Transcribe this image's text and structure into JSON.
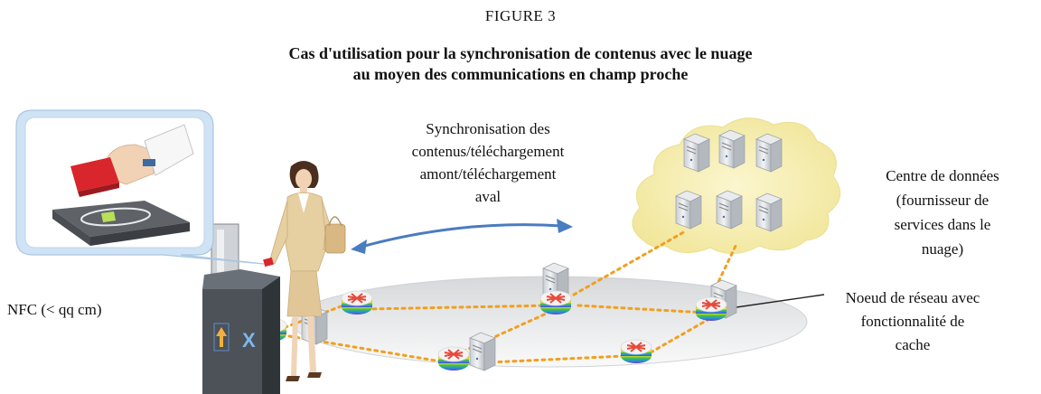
{
  "figure": {
    "label": "FIGURE 3",
    "title_line1": "Cas d'utilisation pour la synchronisation de contenus avec le nuage",
    "title_line2": "au moyen des communications en champ proche"
  },
  "labels": {
    "sync_line1": "Synchronisation des",
    "sync_line2": "contenus/téléchargement",
    "sync_line3": "amont/téléchargement",
    "sync_line4": "aval",
    "dc_line1": "Centre de données",
    "dc_line2": "(fournisseur de",
    "dc_line3": "services dans le",
    "dc_line4": "nuage)",
    "node_line1": "Noeud de réseau avec",
    "node_line2": "fonctionnalité de",
    "node_line3": "cache",
    "nfc": "NFC (< qq cm)"
  },
  "colors": {
    "cloud": "#f6efb4",
    "network_link": "#f0a020",
    "sync_arrow": "#4a7cc0",
    "bubble": "#cfe3f5",
    "card": "#d8262c",
    "suit": "#e6cfa0"
  },
  "icons": {
    "server": "server-icon",
    "router": "rainbow-router-icon",
    "gate": "ticket-gate-icon",
    "person": "woman-icon",
    "reader": "nfc-reader-icon"
  }
}
